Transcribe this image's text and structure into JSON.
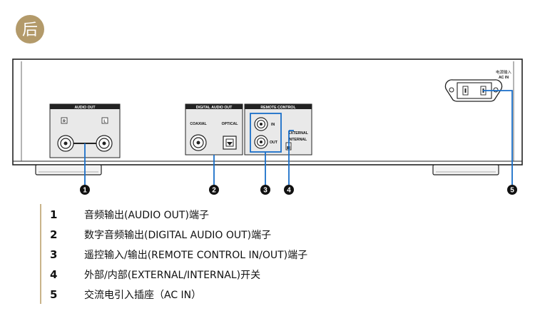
{
  "header": {
    "badge_label": "后",
    "badge_color": "#b39a6a"
  },
  "device": {
    "audio_out_label": "AUDIO OUT",
    "audio_out_right": "R",
    "audio_out_left": "L",
    "digital_audio_out_label": "DIGITAL AUDIO OUT",
    "coaxial_label": "COAXIAL",
    "optical_label": "OPTICAL",
    "remote_control_label": "REMOTE CONTROL",
    "remote_in_label": "IN",
    "remote_out_label": "OUT",
    "external_label": "EXTERNAL",
    "internal_label": "INTERNAL",
    "ac_in_label_line1": "电源输入",
    "ac_in_label_line2": "AC IN",
    "callout_color": "#1a6fc9"
  },
  "callouts": [
    "1",
    "2",
    "3",
    "4",
    "5"
  ],
  "legend": [
    {
      "num": "1",
      "text": "音频输出(AUDIO OUT)端子"
    },
    {
      "num": "2",
      "text": "数字音频输出(DIGITAL AUDIO OUT)端子"
    },
    {
      "num": "3",
      "text": "遥控输入/输出(REMOTE CONTROL IN/OUT)端子"
    },
    {
      "num": "4",
      "text": "外部/内部(EXTERNAL/INTERNAL)开关"
    },
    {
      "num": "5",
      "text": "交流电引入插座（AC IN）"
    }
  ]
}
